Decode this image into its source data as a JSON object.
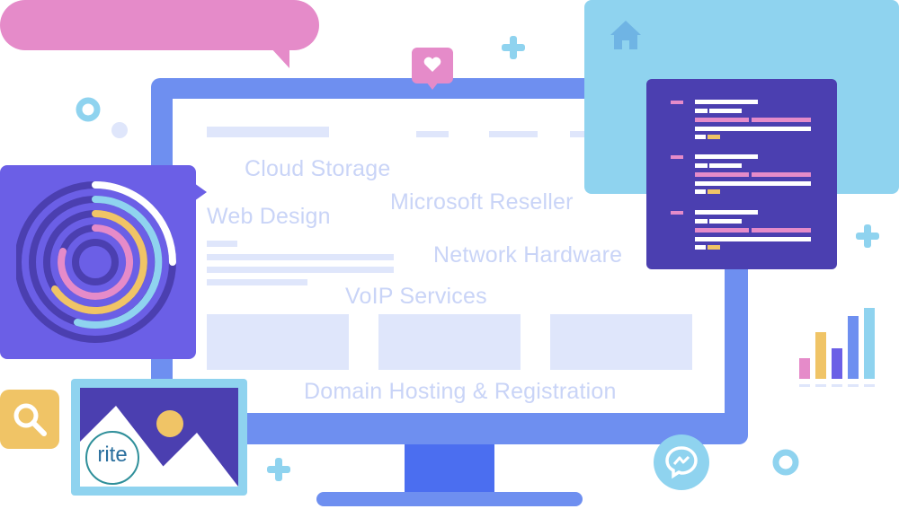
{
  "services": [
    "Cloud Storage",
    "Microsoft Reseller",
    "Web Design",
    "Network Hardware",
    "VoIP Services",
    "Domain Hosting & Registration"
  ],
  "logo_text": "rite",
  "colors": {
    "pink": "#e58bc9",
    "monitor": "#6e8ff0",
    "monitor_dark": "#4b6ef0",
    "purple": "#6b5fe6",
    "indigo": "#4b3fb0",
    "cyan": "#8fd3ef",
    "yellow": "#f0c466",
    "placeholder": "#dfe6fb",
    "service_text": "#c9d4f7"
  },
  "icons": [
    "home-icon",
    "heart-icon",
    "search-icon",
    "messenger-icon",
    "plus-icon",
    "ring-icon"
  ]
}
